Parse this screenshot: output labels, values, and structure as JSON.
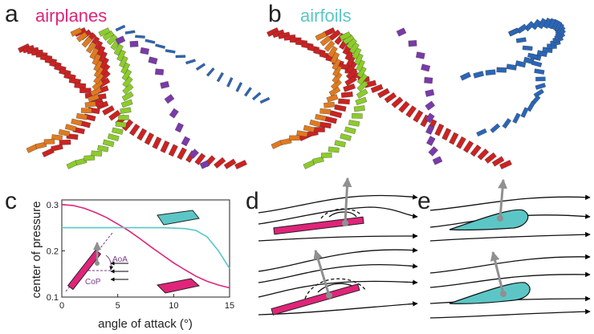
{
  "panels": {
    "a": {
      "label": "a",
      "title": "airplanes"
    },
    "b": {
      "label": "b",
      "title": "airfoils"
    },
    "c": {
      "label": "c"
    },
    "d": {
      "label": "d"
    },
    "e": {
      "label": "e"
    }
  },
  "colors": {
    "magenta": "#e0247a",
    "cyan": "#5cc6c6",
    "red": "#cc2222",
    "orange": "#e07a20",
    "green": "#8ccc2a",
    "purple": "#7a3aa8",
    "blue": "#2a66b8",
    "arrow": "#909090"
  },
  "inset": {
    "aoa": "AoA",
    "cop": "CoP"
  },
  "chart_data": {
    "type": "line",
    "xlabel": "angle of attack (°)",
    "ylabel": "center of pressure",
    "xlim": [
      0,
      15
    ],
    "ylim": [
      0.1,
      0.31
    ],
    "xticks": [
      "0",
      "5",
      "10",
      "15"
    ],
    "yticks": [
      "0.1",
      "0.2",
      "0.3"
    ],
    "x": [
      0,
      1,
      2,
      3,
      4,
      5,
      6,
      7,
      8,
      9,
      10,
      11,
      12,
      13,
      14,
      15
    ],
    "series": [
      {
        "values": [
          0.3,
          0.298,
          0.292,
          0.283,
          0.272,
          0.258,
          0.243,
          0.226,
          0.208,
          0.191,
          0.174,
          0.159,
          0.145,
          0.134,
          0.126,
          0.12
        ]
      },
      {
        "values": [
          0.25,
          0.25,
          0.25,
          0.25,
          0.25,
          0.25,
          0.25,
          0.25,
          0.25,
          0.25,
          0.249,
          0.248,
          0.244,
          0.23,
          0.2,
          0.162
        ]
      }
    ]
  }
}
